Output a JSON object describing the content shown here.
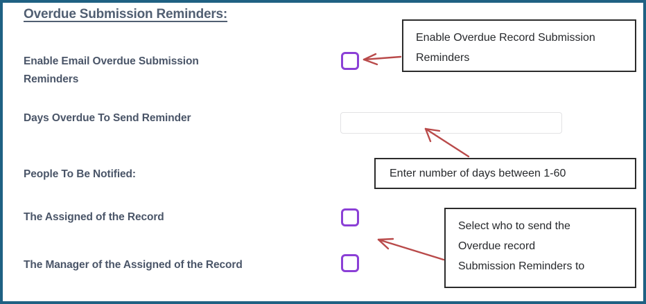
{
  "window": {
    "border_color": "#1f6183"
  },
  "section": {
    "heading": "Overdue Submission Reminders:"
  },
  "form": {
    "accent_checkbox_color": "#8b3fd6",
    "label_color": "#4a5568",
    "fields": [
      {
        "name": "enable-email-overdue-submission-reminders",
        "label": "Enable Email Overdue Submission\nReminders",
        "control": "checkbox",
        "checked": false
      },
      {
        "name": "days-overdue-to-send-reminder",
        "label": "Days Overdue To Send Reminder",
        "control": "textbox",
        "value": "",
        "placeholder": ""
      },
      {
        "name": "people-to-be-notified",
        "label": "People To Be Notified:",
        "control": "none"
      },
      {
        "name": "the-assigned-of-the-record",
        "label": "The Assigned of the Record",
        "control": "checkbox",
        "checked": false
      },
      {
        "name": "the-manager-of-the-assigned-of-the-record",
        "label": "The Manager of the Assigned of the Record",
        "control": "checkbox",
        "checked": false
      }
    ]
  },
  "annotations": {
    "arrow_color": "#b94a4a",
    "border_color": "#2b2b2b",
    "callouts": [
      {
        "name": "enable-overdue-record-submission-reminders",
        "text": "Enable Overdue Record Submission\nReminders"
      },
      {
        "name": "enter-number-of-days",
        "text": "Enter number of days between 1-60"
      },
      {
        "name": "select-who-to-send",
        "text": "Select who to send the\nOverdue record\nSubmission Reminders to"
      }
    ]
  }
}
